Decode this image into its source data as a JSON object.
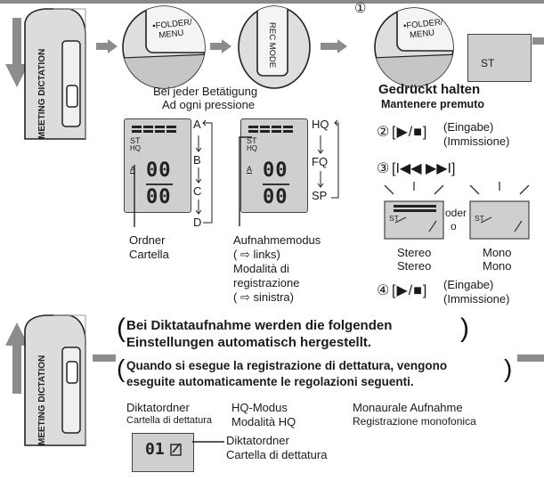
{
  "step_marks": {
    "s1": "①",
    "s2": "②",
    "s3": "③",
    "s4": "④"
  },
  "device": {
    "slider_label": "MEETING DICTATION"
  },
  "buttons": {
    "folder_menu_line1": "•FOLDER/",
    "folder_menu_line2": "MENU",
    "rec_mode": "REC MODE"
  },
  "lcd_display": {
    "st": "ST",
    "hq": "HQ",
    "folder_letter": "A",
    "digits_top": "00",
    "digits_bottom": "00",
    "folder_number": "01"
  },
  "press_each": {
    "de": "Bei jeder Betätigung",
    "it": "Ad ogni pressione"
  },
  "folder_cycle": [
    "A",
    "B",
    "C",
    "D"
  ],
  "mode_cycle": [
    "HQ",
    "FQ",
    "SP"
  ],
  "folder_label": {
    "de": "Ordner",
    "it": "Cartella"
  },
  "mode_label": {
    "line1": "Aufnahmemodus",
    "line2": "( ⇨ links)",
    "line3": "Modalità di",
    "line4": "registrazione",
    "line5": "( ⇨ sinistra)"
  },
  "hold": {
    "st_box": "ST",
    "de": "Gedrückt halten",
    "it": "Mantenere premuto"
  },
  "step2": {
    "button": "[▶/■]",
    "de": "(Eingabe)",
    "it": "(Immissione)"
  },
  "step3": {
    "buttons": "[I◀◀   ▶▶I]",
    "or_de": "oder",
    "or_it": "o",
    "stereo_de": "Stereo",
    "stereo_it": "Stereo",
    "mono_de": "Mono",
    "mono_it": "Mono",
    "st": "ST"
  },
  "step4": {
    "button": "[▶/■]",
    "de": "(Eingabe)",
    "it": "(Immissione)"
  },
  "auto_settings": {
    "de_line1": "Bei Diktataufnahme werden die folgenden",
    "de_line2": "Einstellungen automatisch hergestellt.",
    "it_line1": "Quando si esegue la registrazione di dettatura, vengono",
    "it_line2": "eseguite automaticamente le regolazioni seguenti."
  },
  "settings_list": {
    "folder_de": "Diktatordner",
    "folder_it": "Cartella di dettatura",
    "hq_de": "HQ-Modus",
    "hq_it": "Modalità HQ",
    "mono_de": "Monaurale Aufnahme",
    "mono_it": "Registrazione monofonica"
  },
  "dictation_folder": {
    "de": "Diktatordner",
    "it": "Cartella di dettatura"
  },
  "colors": {
    "arrow_gray": "#8c8c8c",
    "lcd_bg": "#cfcfcf",
    "device_bg": "#dcdcdc"
  }
}
